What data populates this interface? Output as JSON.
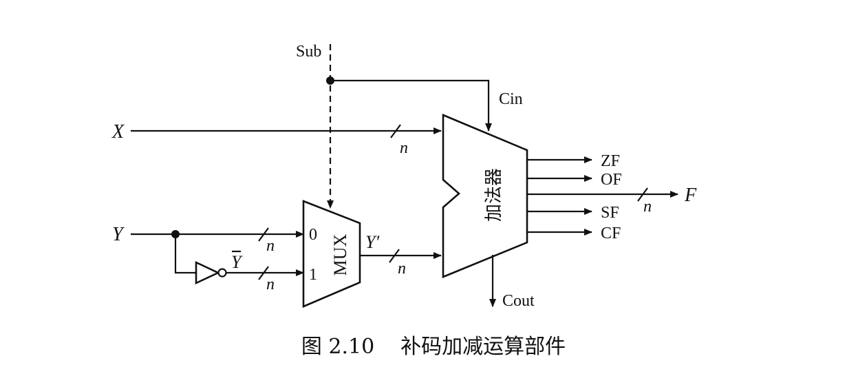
{
  "diagram": {
    "signals": {
      "sub": "Sub",
      "cin": "Cin",
      "x": "X",
      "y": "Y",
      "y_bar": "Y",
      "y_prime": "Y′",
      "cout": "Cout",
      "f": "F"
    },
    "bus_width": "n",
    "mux": {
      "label": "MUX",
      "input_0": "0",
      "input_1": "1"
    },
    "adder": {
      "label": "加法器"
    },
    "flags": [
      "ZF",
      "OF",
      "SF",
      "CF"
    ]
  },
  "caption": {
    "number": "图 2.10",
    "title": "补码加减运算部件"
  }
}
